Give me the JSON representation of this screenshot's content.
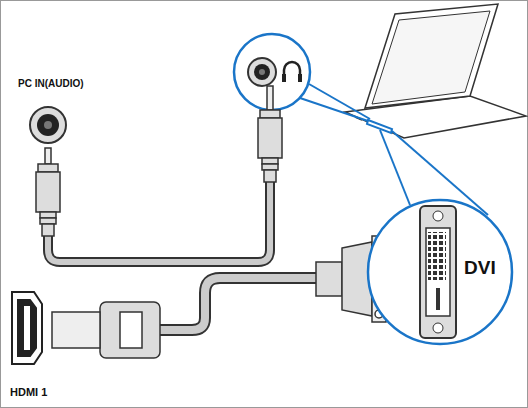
{
  "diagram": {
    "labels": [
      "PC IN(AUDIO)",
      "DVI",
      "HDMI 1"
    ]
  }
}
